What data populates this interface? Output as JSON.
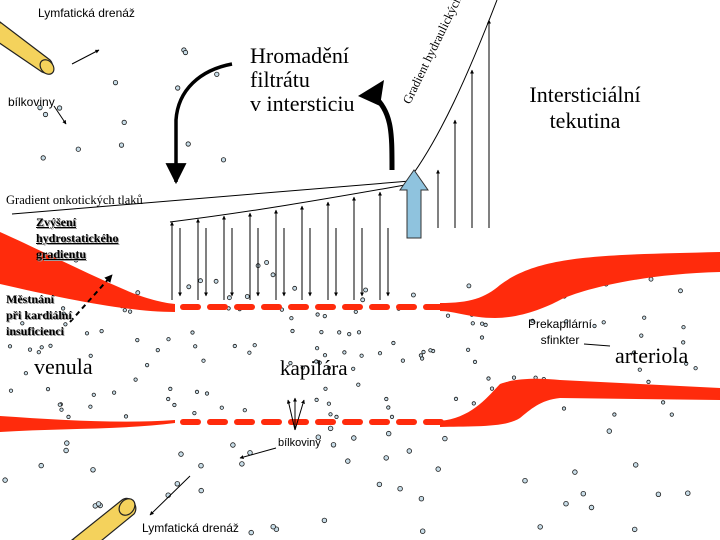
{
  "labels": {
    "lymph_top": "Lymfatická drenáž",
    "lymph_bottom": "Lymfatická drenáž",
    "proteins_left": "bílkoviny",
    "proteins_bottom": "bílkoviny",
    "accumulation": [
      "Hromadění",
      "filtrátu",
      "v intersticiu"
    ],
    "interstitial": [
      "Intersticiální",
      "tekutina"
    ],
    "oncotic_gradient": "Gradient onkotických tlaků",
    "hydrostatic_increase": [
      "Zvýšení",
      "hydrostatického",
      "gradientu"
    ],
    "congestion": [
      "Městnání",
      "při kardiální",
      "insuficienci"
    ],
    "venule": "venula",
    "capillary": "kapilára",
    "arteriole": "arteriola",
    "precap_sphincter": [
      "Prekapilární",
      "sfinkter"
    ],
    "hydraulic_gradient": "Gradient hydraulických tlaků"
  },
  "colors": {
    "vessel_wall": "#ff2b0c",
    "lymph_vessel": "#f4d25c",
    "particle_fill": "#c8dde8",
    "particle_stroke": "#1a1a1a",
    "flow_arrow": "#8fc3de"
  }
}
